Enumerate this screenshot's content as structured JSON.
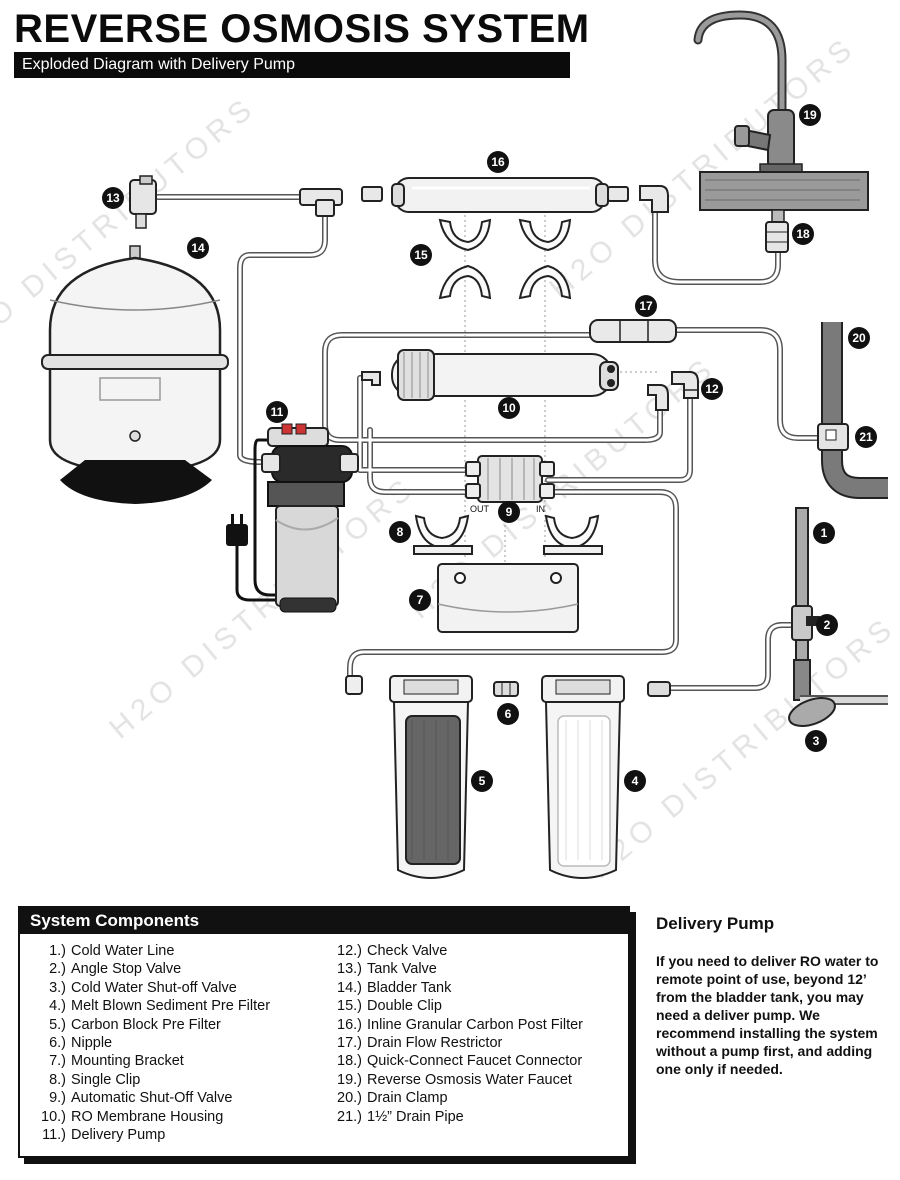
{
  "header": {
    "title": "REVERSE OSMOSIS SYSTEM",
    "subtitle": "Exploded Diagram with Delivery Pump"
  },
  "watermark": "H2O DISTRIBUTORS",
  "diagram": {
    "membrane_labels": {
      "out": "OUT",
      "in": "IN"
    },
    "badges": [
      "1",
      "2",
      "3",
      "4",
      "5",
      "6",
      "7",
      "8",
      "9",
      "10",
      "11",
      "12",
      "13",
      "14",
      "15",
      "16",
      "17",
      "18",
      "19",
      "20",
      "21"
    ]
  },
  "components": {
    "heading": "System Components",
    "left": [
      {
        "num": "1.)",
        "name": "Cold Water Line"
      },
      {
        "num": "2.)",
        "name": "Angle Stop Valve"
      },
      {
        "num": "3.)",
        "name": "Cold Water Shut-off Valve"
      },
      {
        "num": "4.)",
        "name": "Melt Blown Sediment Pre Filter"
      },
      {
        "num": "5.)",
        "name": "Carbon Block Pre Filter"
      },
      {
        "num": "6.)",
        "name": "Nipple"
      },
      {
        "num": "7.)",
        "name": "Mounting Bracket"
      },
      {
        "num": "8.)",
        "name": "Single Clip"
      },
      {
        "num": "9.)",
        "name": "Automatic Shut-Off Valve"
      },
      {
        "num": "10.)",
        "name": "RO Membrane Housing"
      },
      {
        "num": "11.)",
        "name": "Delivery Pump"
      }
    ],
    "right": [
      {
        "num": "12.)",
        "name": "Check Valve"
      },
      {
        "num": "13.)",
        "name": "Tank Valve"
      },
      {
        "num": "14.)",
        "name": "Bladder Tank"
      },
      {
        "num": "15.)",
        "name": "Double Clip"
      },
      {
        "num": "16.)",
        "name": "Inline Granular Carbon Post Filter"
      },
      {
        "num": "17.)",
        "name": "Drain Flow Restrictor"
      },
      {
        "num": "18.)",
        "name": "Quick-Connect Faucet Connector"
      },
      {
        "num": "19.)",
        "name": "Reverse Osmosis Water Faucet"
      },
      {
        "num": "20.)",
        "name": "Drain Clamp"
      },
      {
        "num": "21.)",
        "name": "1½” Drain Pipe"
      }
    ]
  },
  "side_note": {
    "title": "Delivery Pump",
    "text": "If you need to deliver RO water to remote point of use, beyond 12’ from the bladder tank, you may need a deliver pump. We recommend installing the system without a pump first, and adding one only if needed."
  }
}
